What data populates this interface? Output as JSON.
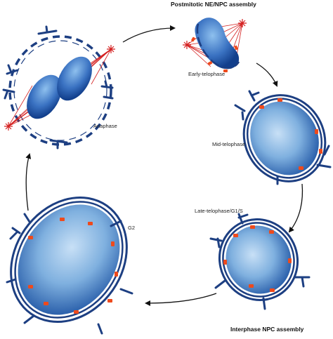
{
  "labels": {
    "top_title": "Postmitotic NE/NPC assembly",
    "early_telophase": "Early-telophase",
    "anaphase": "Anaphase",
    "mid_telophase": "Mid-telophase",
    "late_telophase": "Late-telophase/G1/S",
    "g2": "G2",
    "bottom_title": "Interphase NPC assembly"
  },
  "colors": {
    "membrane": "#1d3f82",
    "nucleus_light": "#a8ccec",
    "nucleus_dark": "#2e63ad",
    "chromosome_light": "#6ea8e0",
    "chromosome_dark": "#123f8c",
    "spindle": "#d42020",
    "npc": "#ee4a1c",
    "arrow": "#111111"
  }
}
